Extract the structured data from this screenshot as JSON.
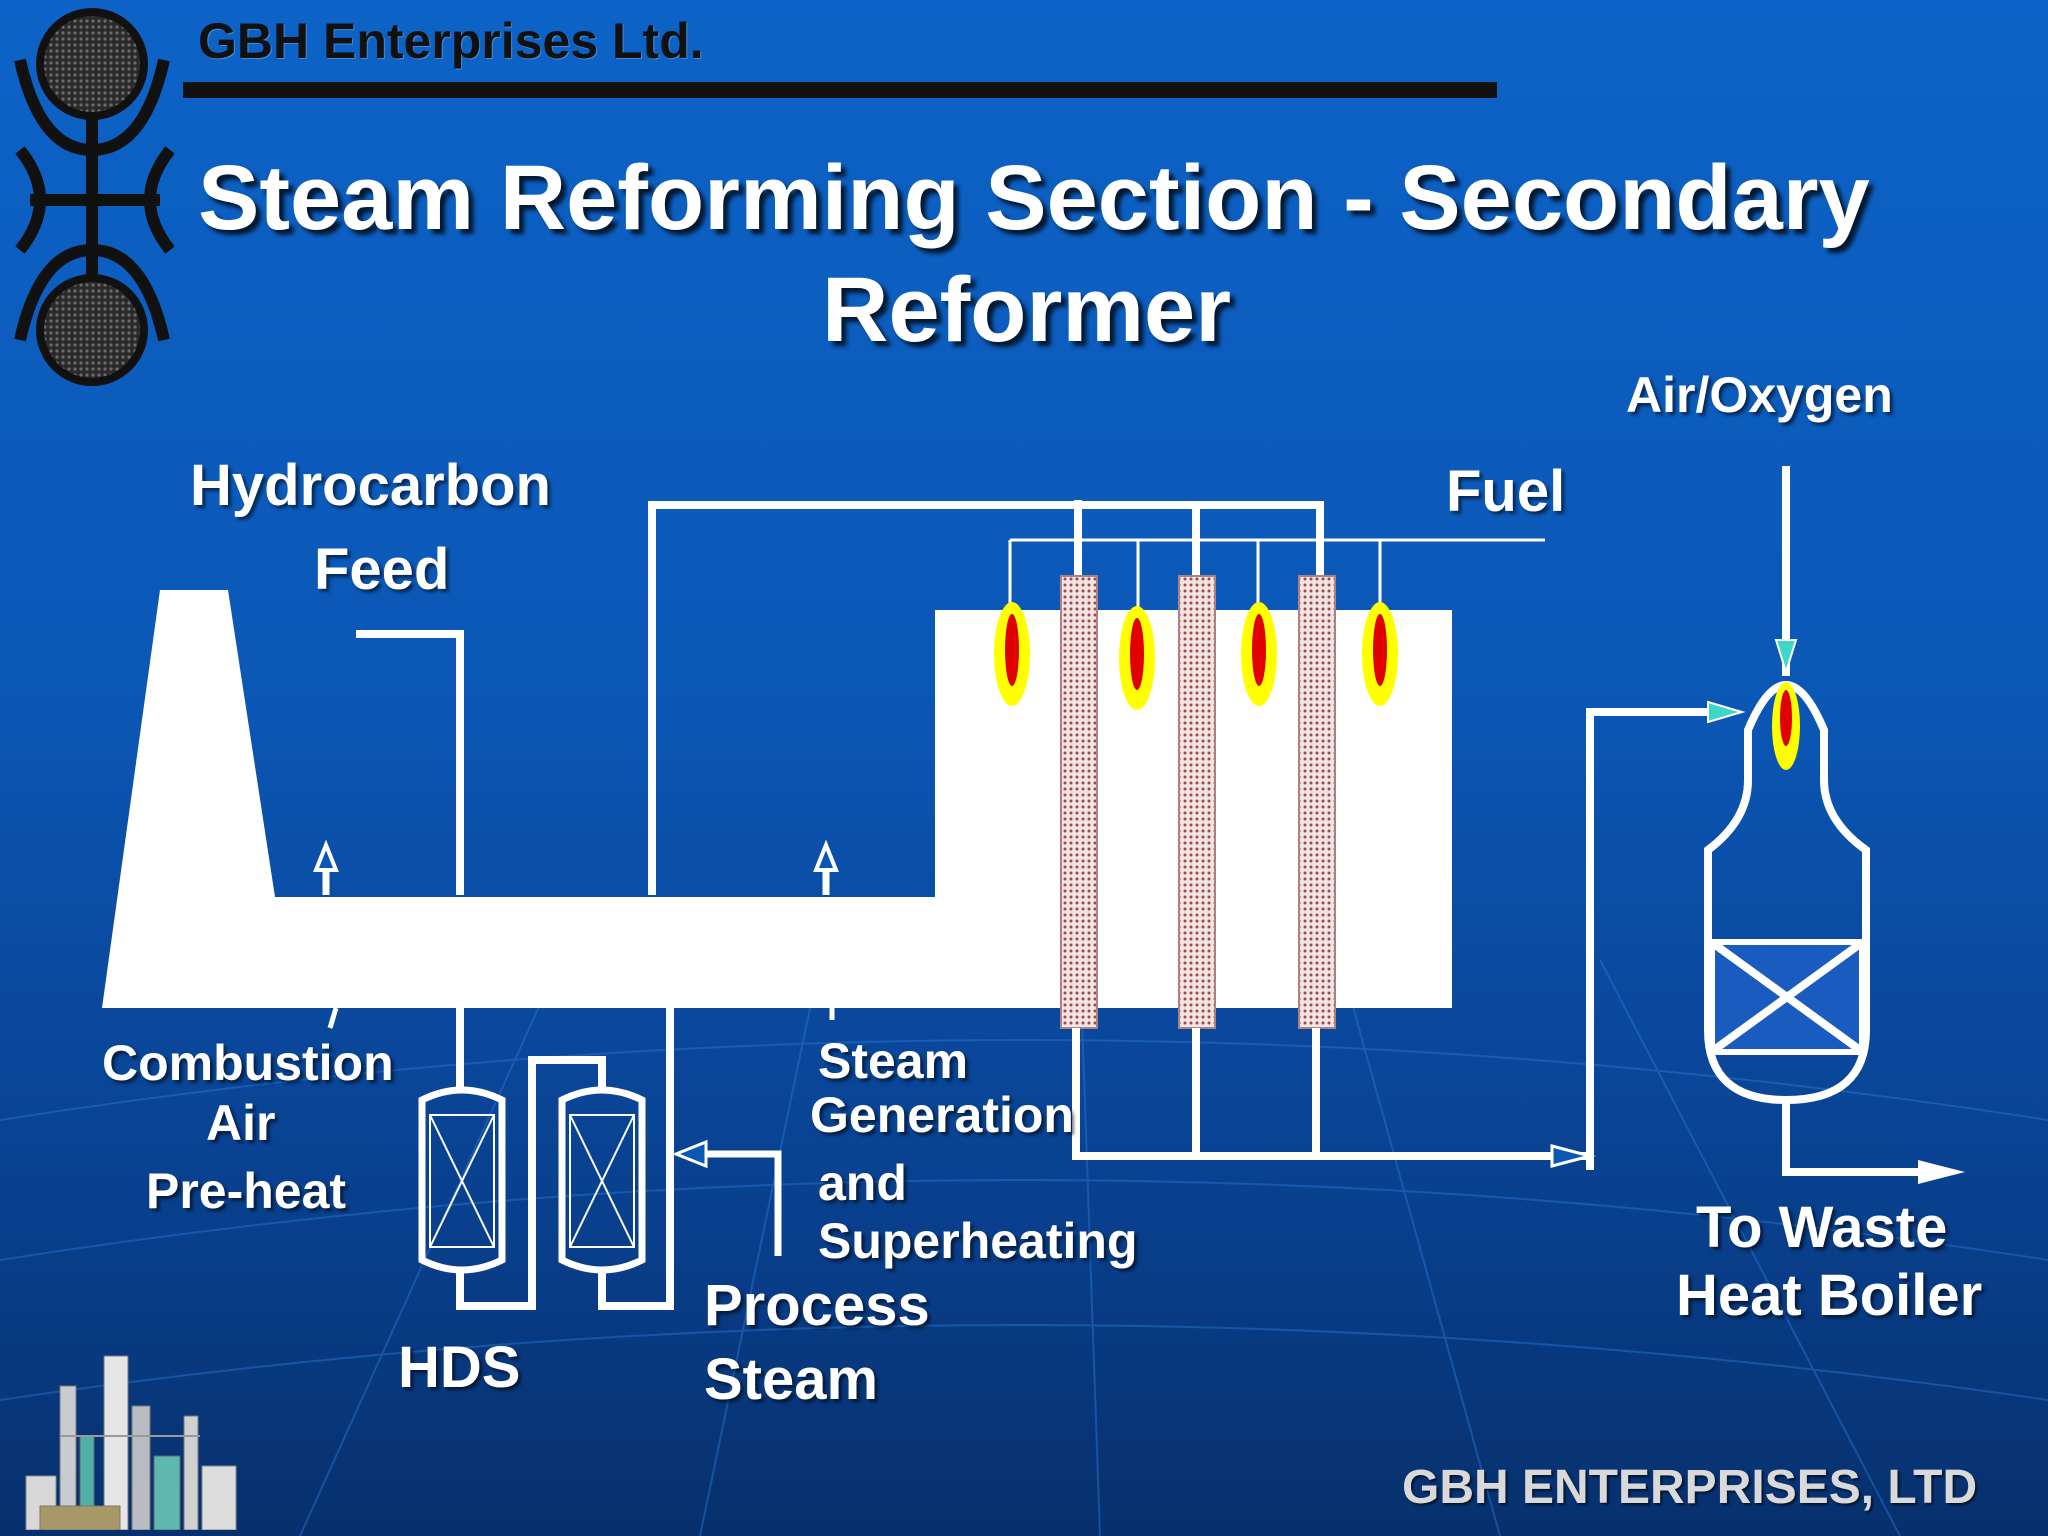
{
  "header": {
    "company": "GBH Enterprises Ltd.",
    "title_line1": "Steam Reforming Section - Secondary",
    "title_line2": "Reformer"
  },
  "labels": {
    "air_oxygen": "Air/Oxygen",
    "hydrocarbon": "Hydrocarbon",
    "feed": "Feed",
    "fuel": "Fuel",
    "combustion": "Combustion",
    "air": "Air",
    "preheat": "Pre-heat",
    "steam": "Steam",
    "generation": "Generation",
    "and": "and",
    "superheating": "Superheating",
    "process": "Process",
    "process_steam": "Steam",
    "hds": "HDS",
    "to_waste": "To Waste",
    "heat_boiler": "Heat Boiler"
  },
  "footer": {
    "text": "GBH ENTERPRISES, LTD"
  },
  "colors": {
    "background": "#0b57b6",
    "line": "#ffffff",
    "tube": "#c9a8a8",
    "flame_outer": "#ffff00",
    "flame_inner": "#e00000",
    "catalyst_bed": "#1a5bbf",
    "arrow_accent": "#3fd6c8"
  }
}
